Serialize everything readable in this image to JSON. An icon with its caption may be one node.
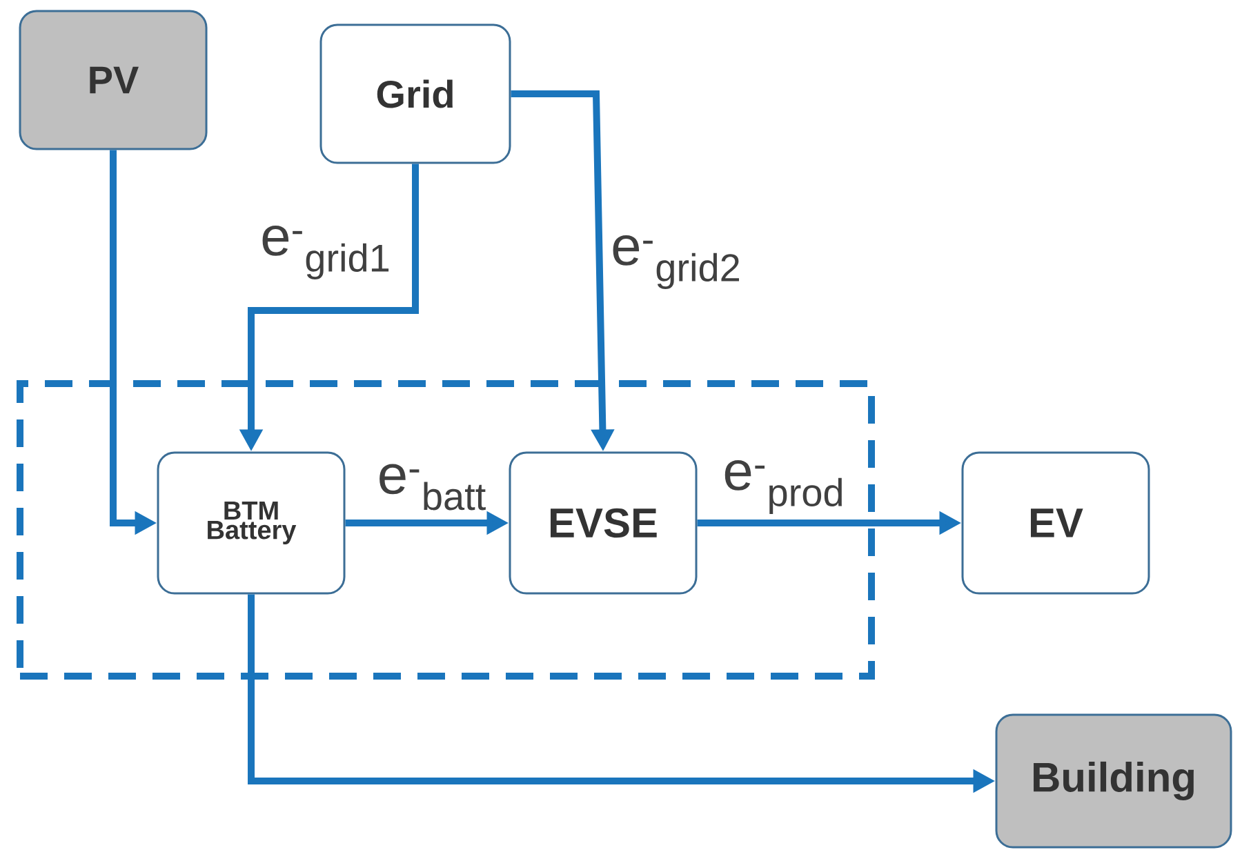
{
  "diagram": {
    "nodes": [
      {
        "text": [
          "PV"
        ]
      },
      {
        "text": [
          "Grid"
        ]
      },
      {
        "text": [],
        "shape": "box"
      },
      {
        "text": [
          "BTM Battery"
        ],
        "in": 2
      },
      {
        "text": [
          "EVSE"
        ],
        "in": 2
      },
      {
        "text": [
          "EV"
        ]
      },
      {
        "text": [
          "Building"
        ]
      }
    ],
    "edges": [
      {
        "from": 0,
        "to": 3,
        "arrow": "to"
      },
      {
        "from": 1,
        "to": 3,
        "arrow": "to",
        "label": "e$^{-}$$_{grid1}$"
      },
      {
        "from": 1,
        "to": 4,
        "arrow": "to",
        "label": "e$^{-}$$_{grid2}$"
      },
      {
        "from": 3,
        "to": 4,
        "arrow": "to",
        "label": "e$^{-}$$_{batt}$"
      },
      {
        "from": 4,
        "to": 5,
        "arrow": "to",
        "label": "e$^{-}$$_{prod}$"
      },
      {
        "from": 3,
        "to": 6,
        "arrow": "to"
      }
    ]
  }
}
